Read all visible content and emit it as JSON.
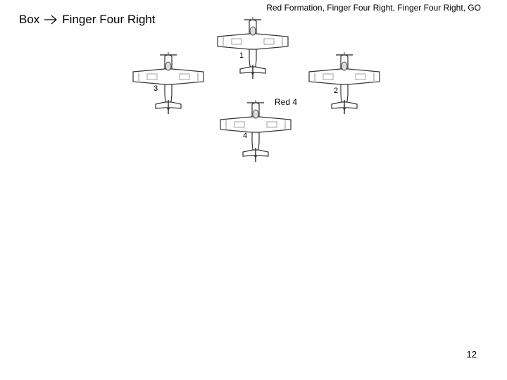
{
  "slide": {
    "title": "Box",
    "title_target": "Finger Four Right",
    "radio_call": "Red Formation, Finger Four Right, Finger Four Right, GO",
    "callout": "Red 4",
    "page_number": "12"
  },
  "aircraft": [
    {
      "number": "1",
      "icon": "airplane-icon"
    },
    {
      "number": "2",
      "icon": "airplane-icon"
    },
    {
      "number": "3",
      "icon": "airplane-icon"
    },
    {
      "number": "4",
      "icon": "airplane-icon"
    }
  ]
}
